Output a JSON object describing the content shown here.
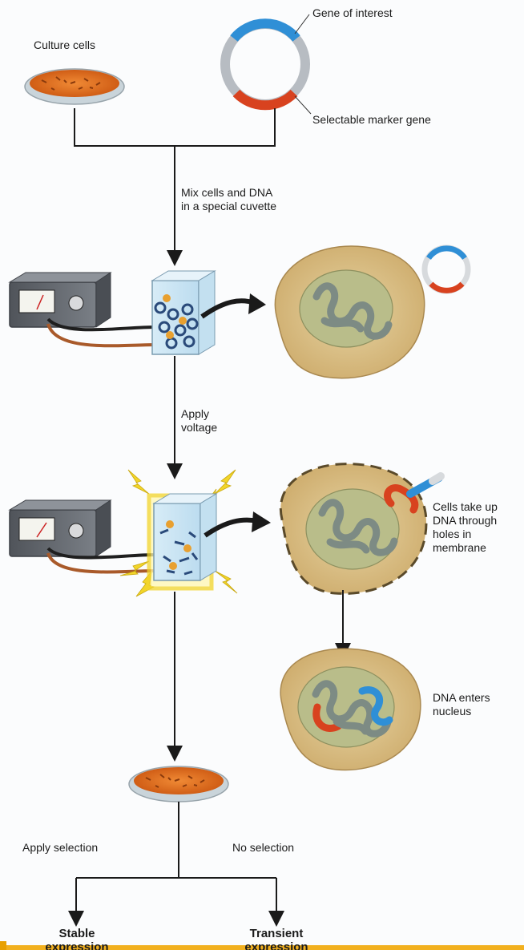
{
  "labels": {
    "culture_cells": "Culture cells",
    "gene_of_interest": "Gene of interest",
    "selectable_marker_gene": "Selectable marker gene",
    "mix_cells_line1": "Mix cells and DNA",
    "mix_cells_line2": "in a special cuvette",
    "apply_voltage_line1": "Apply",
    "apply_voltage_line2": "voltage",
    "cells_take_up_line1": "Cells take up",
    "cells_take_up_line2": "DNA through",
    "cells_take_up_line3": "holes in",
    "cells_take_up_line4": "membrane",
    "dna_enters_line1": "DNA enters",
    "dna_enters_line2": "nucleus",
    "apply_selection": "Apply selection",
    "no_selection": "No selection",
    "stable_line1": "Stable",
    "stable_line2": "expression",
    "transient_line1": "Transient",
    "transient_line2": "expression"
  },
  "colors": {
    "plasmid_blue": "#2f8fd6",
    "plasmid_red": "#d8421f",
    "plasmid_grey": "#b7bcc2",
    "dish_orange": "#e0701f",
    "cell_tan": "#d9c08a",
    "nucleus_green": "#b9bd8a",
    "flash_yellow": "#f2d52a",
    "arrow": "#1a1a1a"
  }
}
